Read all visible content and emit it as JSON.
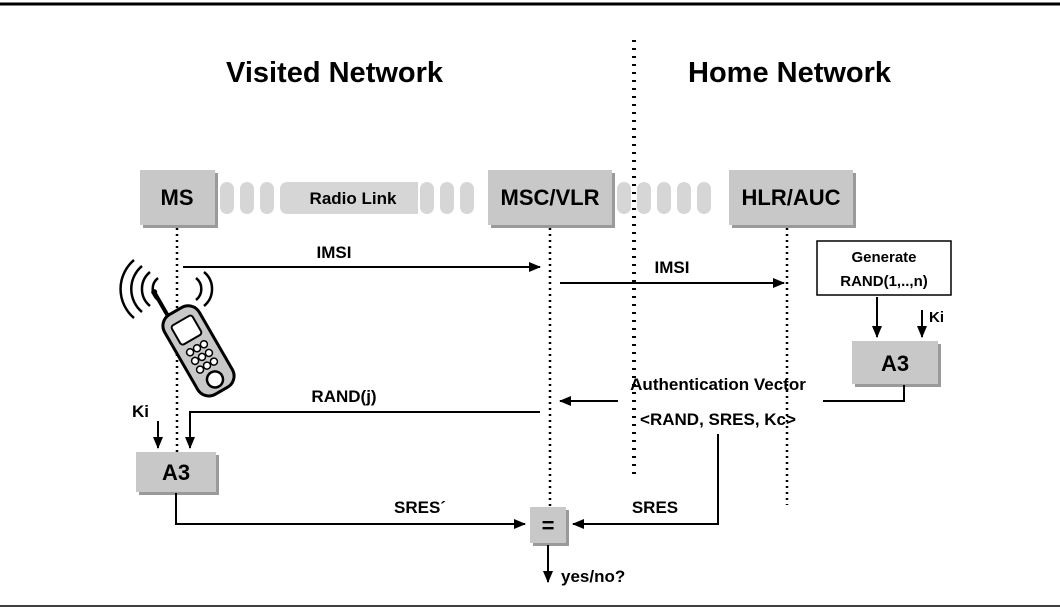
{
  "headers": {
    "visited": "Visited Network",
    "home": "Home Network"
  },
  "nodes": {
    "ms": "MS",
    "msc_vlr": "MSC/VLR",
    "hlr_auc": "HLR/AUC"
  },
  "radio_link": "Radio Link",
  "messages": {
    "imsi_to_vlr": "IMSI",
    "imsi_to_hlr": "IMSI",
    "rand_j": "RAND(j)",
    "sres_prime": "SRES´",
    "sres": "SRES"
  },
  "generate_box": {
    "line1": "Generate",
    "line2": "RAND(1,..,n)"
  },
  "ki_home": "Ki",
  "ki_ms": "Ki",
  "a3_home": "A3",
  "a3_ms": "A3",
  "auth_vector": {
    "line1": "Authentication Vector",
    "line2": "<RAND, SRES, Kc>"
  },
  "compare_symbol": "=",
  "result": "yes/no?",
  "colors": {
    "box_fill": "#c8c8c8",
    "radio_link_fill": "#d6d6d6",
    "line": "#000000"
  },
  "icons": {
    "phone": "mobile-phone-icon",
    "waves": "radio-waves-icon"
  }
}
